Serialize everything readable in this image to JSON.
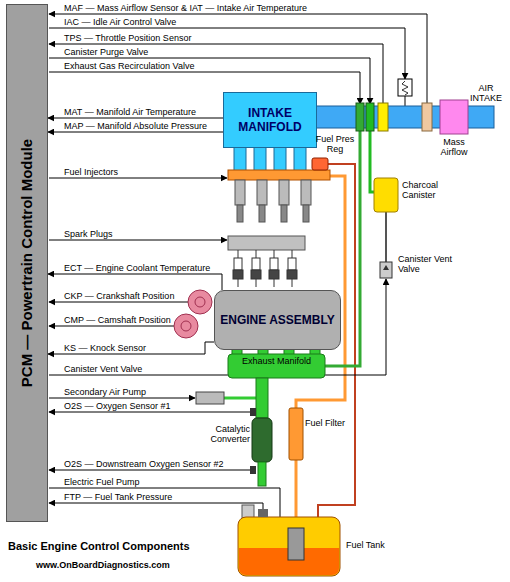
{
  "diagram": {
    "title": "Basic Engine Control Components",
    "caption": "www.OnBoardDiagnostics.com",
    "nodes": [
      {
        "text": [
          "PCM — Powertrain Control Module"
        ]
      },
      {
        "text": [
          "INTAKE MANIFOLD"
        ]
      },
      {
        "text": [
          "ENGINE ASSEMBLY"
        ]
      }
    ],
    "edges": [
      {
        "from": 1,
        "to": 0,
        "arrow": "to",
        "label": "MAT — Manifold Air Temperature"
      },
      {
        "from": 1,
        "to": 0,
        "arrow": "to",
        "label": "MAP — Manifold Absolute Pressure"
      },
      {
        "from": 2,
        "to": 0,
        "arrow": "to",
        "label": "ECT — Engine Coolant Temperature"
      },
      {
        "from": 2,
        "to": 0,
        "arrow": "to",
        "label": "KS — Knock Sensor"
      }
    ],
    "labels": [
      "MAF — Mass Airflow Sensor & IAT — Intake Air Temperature",
      "IAC — Idle Air Control Valve",
      "TPS — Throttle Position Sensor",
      "Canister Purge Valve",
      "Exhaust Gas Recirculation Valve",
      "Fuel Injectors",
      "Spark Plugs",
      "CKP — Crankshaft Position",
      "CMP — Camshaft Position",
      "Canister Vent Valve",
      "Secondary Air Pump",
      "O2S — Oxygen Sensor #1",
      "O2S — Downstream Oxygen Sensor #2",
      "Electric Fuel Pump",
      "FTP — Fuel Tank Pressure",
      "AIR INTAKE",
      "Mass Airflow",
      "Fuel Pres Reg",
      "Charcoal Canister",
      "Canister Vent Valve",
      "Exhaust Manifold",
      "Fuel Filter",
      "Catalytic Converter",
      "Fuel Tank"
    ]
  }
}
